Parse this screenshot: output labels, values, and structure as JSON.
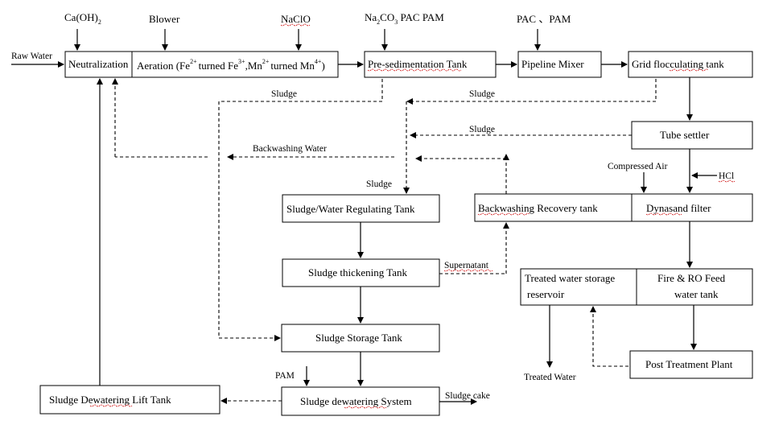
{
  "boxes": {
    "neutralization": "Neutralization",
    "aeration": {
      "p1": "Aeration (Fe",
      "s1": "2+",
      "p2": "turned Fe",
      "s2": "3+",
      "p3": ",Mn",
      "s3": "2+",
      "p4": "turned Mn",
      "s4": "4+",
      "p5": ")"
    },
    "pre_sedimentation": "Pre-sedimentation Tank",
    "pipeline_mixer": "Pipeline Mixer",
    "grid_flocculating": "Grid flocculating tank",
    "tube_settler": "Tube settler",
    "dynasand": "Dynasand filter",
    "backwashing_recovery": "Backwashing Recovery tank",
    "sludge_water_regulating": "Sludge/Water Regulating Tank",
    "sludge_thickening": "Sludge thickening Tank",
    "sludge_storage": "Sludge Storage Tank",
    "sludge_dewatering_system": "Sludge dewatering System",
    "sludge_dewatering_lift": "Sludge Dewatering Lift Tank",
    "treated_water_storage_l1": "Treated water storage",
    "treated_water_storage_l2": "reservoir",
    "fire_ro_l1": "Fire &  RO Feed",
    "fire_ro_l2": "water  tank",
    "post_treatment": "Post Treatment Plant"
  },
  "inputs": {
    "caoh2_main": "Ca(OH)",
    "caoh2_sub": "2",
    "blower": "Blower",
    "naclo": "NaClO",
    "na2co3_main": "Na",
    "na2co3_sub": "2",
    "na2co3_rest": "CO",
    "na2co3_sub2": "3",
    "pac_pam_1": " PAC  PAM",
    "pac_pam_2": "PAC 、PAM",
    "raw_water": "Raw Water",
    "compressed_air": "Compressed  Air",
    "hcl": "HCl",
    "pam": "PAM"
  },
  "labels": {
    "sludge_1": "Sludge",
    "sludge_2": "Sludge",
    "sludge_3": "Sludge",
    "sludge_4": "Sludge",
    "backwashing_water": "Backwashing  Water",
    "supernatant": "Supernatant",
    "sludge_cake": "Sludge cake",
    "treated_water": "Treated Water"
  }
}
